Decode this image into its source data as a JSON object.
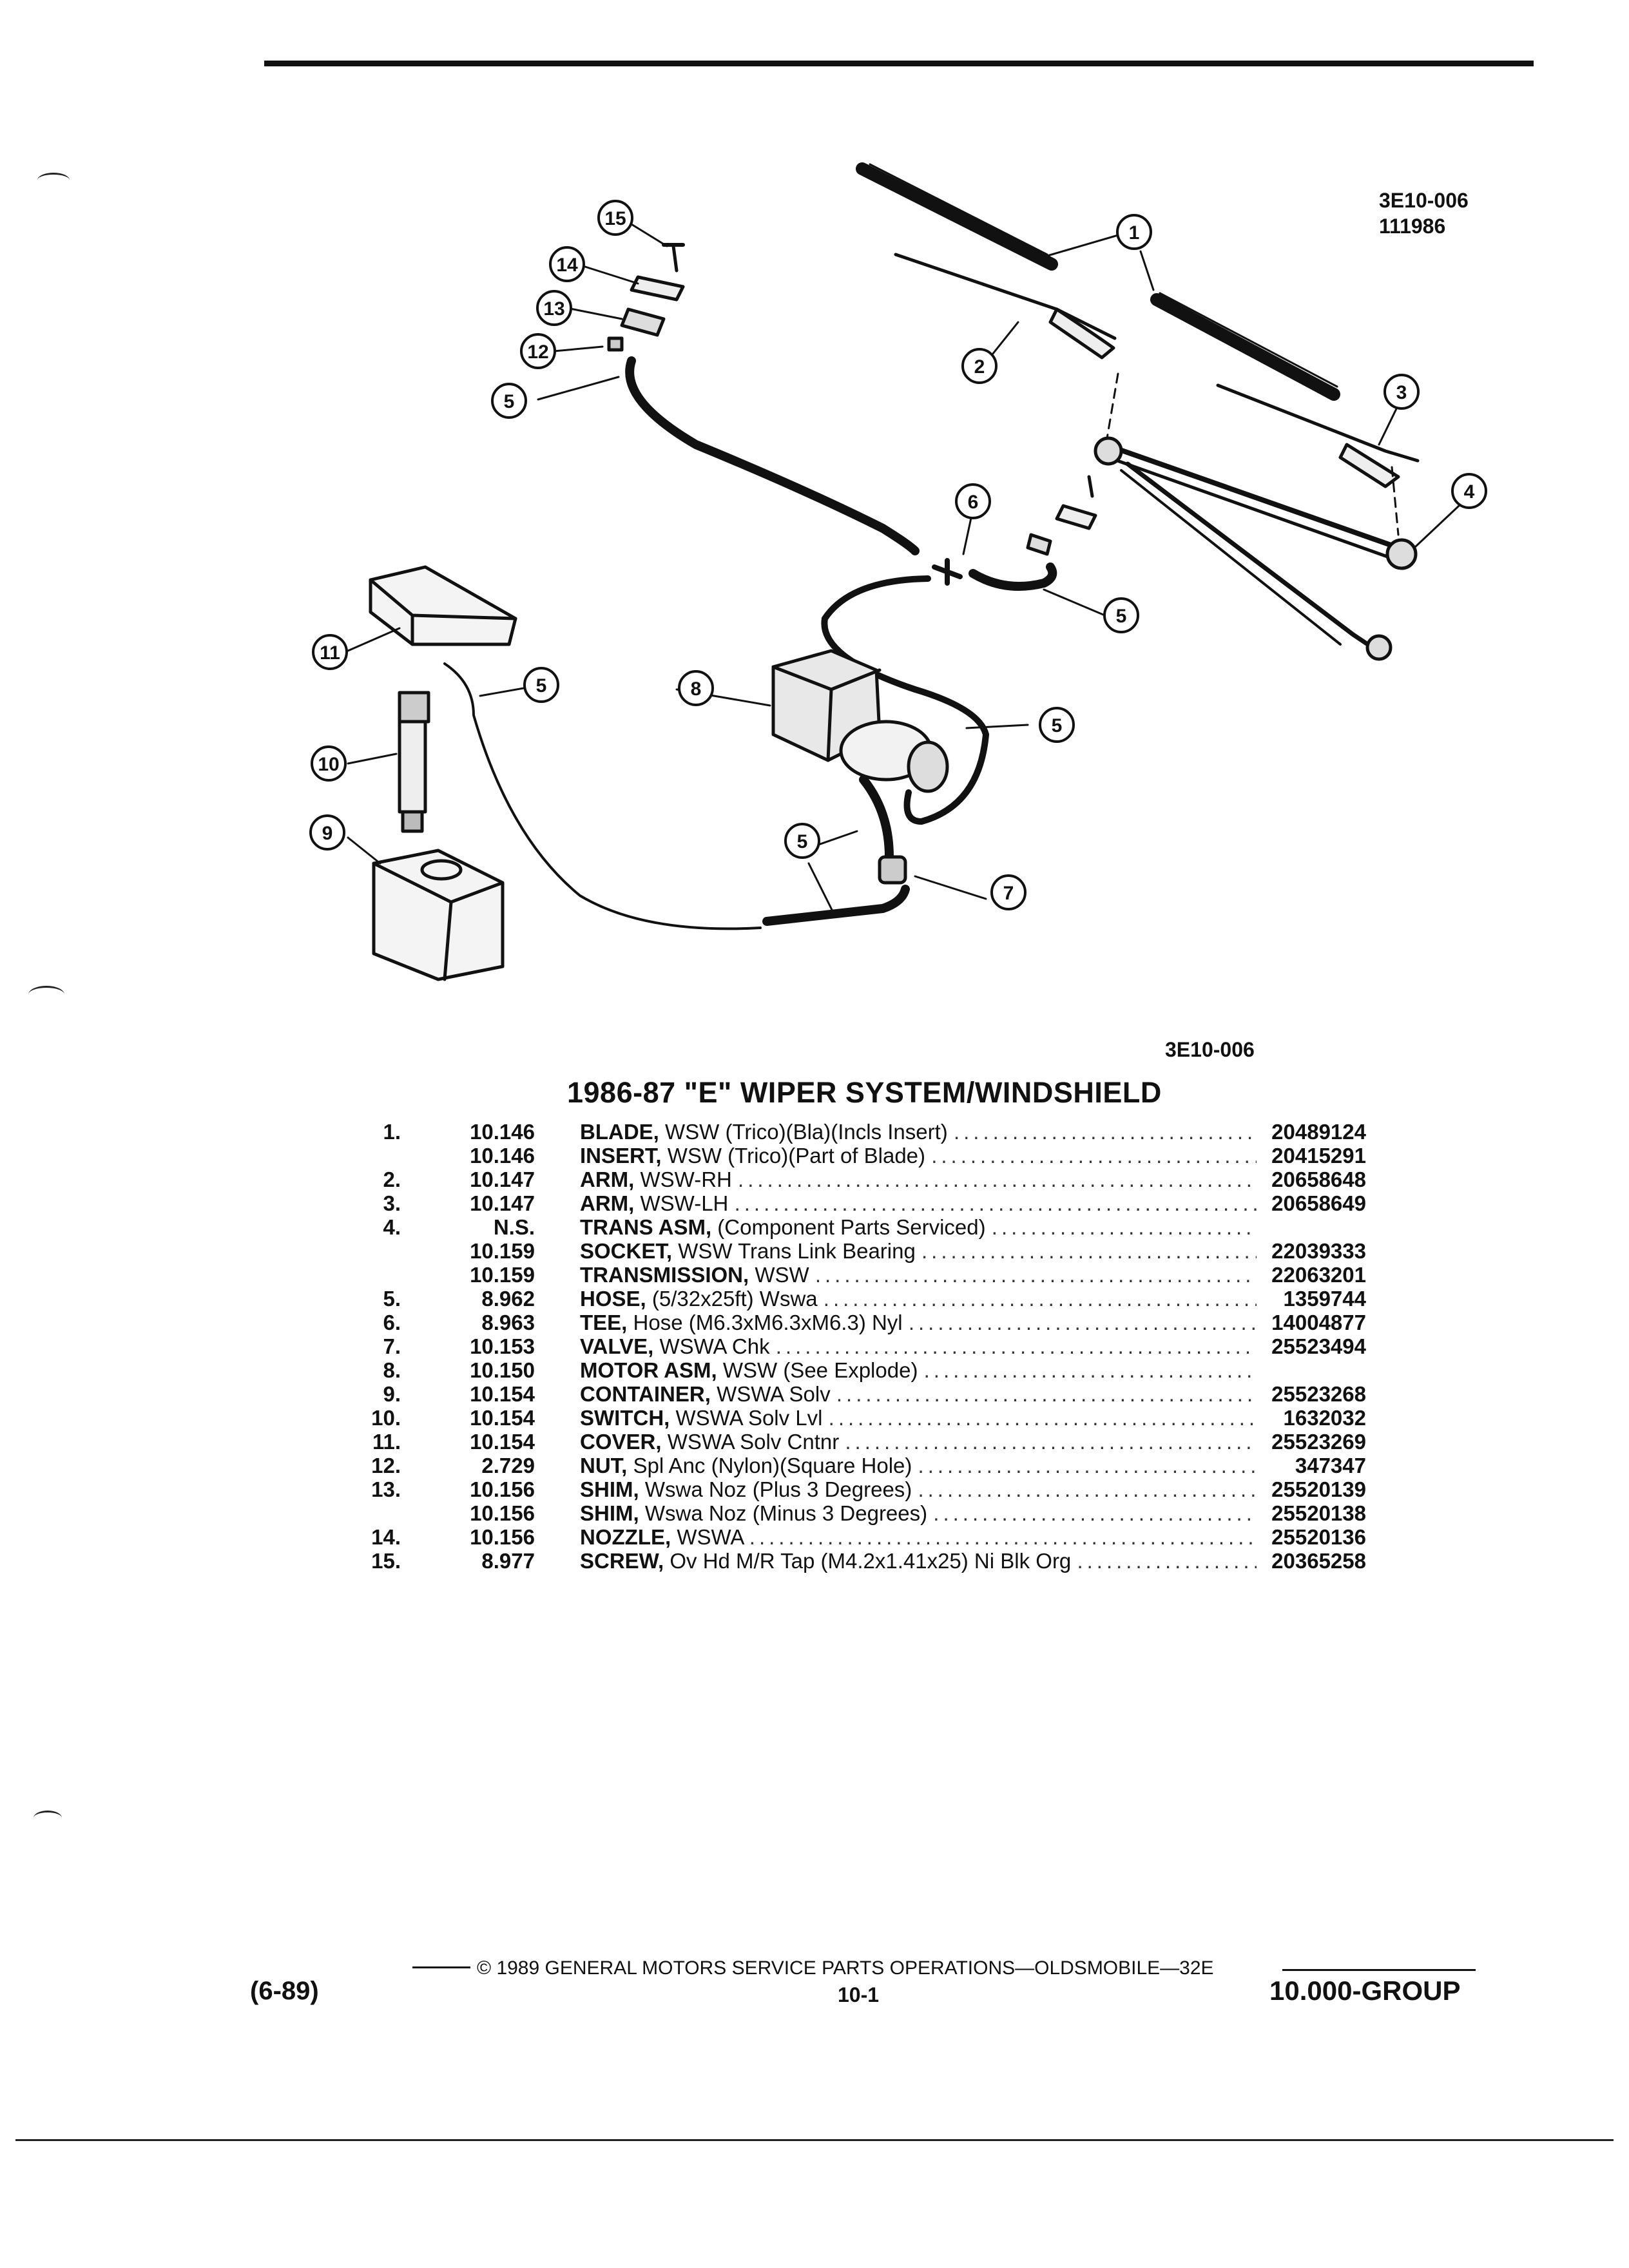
{
  "figure": {
    "code_top": "3E10-006",
    "date_code": "111986",
    "code_bottom": "3E10-006",
    "callouts": [
      "1",
      "2",
      "3",
      "4",
      "5",
      "6",
      "7",
      "8",
      "9",
      "10",
      "11",
      "12",
      "13",
      "14",
      "15"
    ]
  },
  "title": "1986-87 \"E\" WIPER SYSTEM/WINDSHIELD",
  "parts": [
    {
      "no": "1.",
      "group": "10.146",
      "name": "BLADE,",
      "desc": "WSW (Trico)(Bla)(Incls Insert)",
      "part": "20489124"
    },
    {
      "no": "",
      "group": "10.146",
      "name": "INSERT,",
      "desc": "WSW (Trico)(Part of Blade)",
      "part": "20415291"
    },
    {
      "no": "2.",
      "group": "10.147",
      "name": "ARM,",
      "desc": "WSW-RH",
      "part": "20658648"
    },
    {
      "no": "3.",
      "group": "10.147",
      "name": "ARM,",
      "desc": "WSW-LH",
      "part": "20658649"
    },
    {
      "no": "4.",
      "group": "N.S.",
      "name": "TRANS ASM,",
      "desc": "(Component Parts Serviced)",
      "part": ""
    },
    {
      "no": "",
      "group": "10.159",
      "name": "SOCKET,",
      "desc": "WSW Trans Link Bearing",
      "part": "22039333"
    },
    {
      "no": "",
      "group": "10.159",
      "name": "TRANSMISSION,",
      "desc": "WSW",
      "part": "22063201"
    },
    {
      "no": "5.",
      "group": "8.962",
      "name": "HOSE,",
      "desc": "(5/32x25ft) Wswa",
      "part": "1359744"
    },
    {
      "no": "6.",
      "group": "8.963",
      "name": "TEE,",
      "desc": "Hose (M6.3xM6.3xM6.3) Nyl",
      "part": "14004877"
    },
    {
      "no": "7.",
      "group": "10.153",
      "name": "VALVE,",
      "desc": "WSWA Chk",
      "part": "25523494"
    },
    {
      "no": "8.",
      "group": "10.150",
      "name": "MOTOR ASM,",
      "desc": "WSW (See Explode)",
      "part": ""
    },
    {
      "no": "9.",
      "group": "10.154",
      "name": "CONTAINER,",
      "desc": "WSWA Solv",
      "part": "25523268"
    },
    {
      "no": "10.",
      "group": "10.154",
      "name": "SWITCH,",
      "desc": "WSWA Solv Lvl",
      "part": "1632032"
    },
    {
      "no": "11.",
      "group": "10.154",
      "name": "COVER,",
      "desc": "WSWA Solv Cntnr",
      "part": "25523269"
    },
    {
      "no": "12.",
      "group": "2.729",
      "name": "NUT,",
      "desc": "Spl Anc (Nylon)(Square Hole)",
      "part": "347347"
    },
    {
      "no": "13.",
      "group": "10.156",
      "name": "SHIM,",
      "desc": "Wswa Noz (Plus 3 Degrees)",
      "part": "25520139"
    },
    {
      "no": "",
      "group": "10.156",
      "name": "SHIM,",
      "desc": "Wswa Noz (Minus 3 Degrees)",
      "part": "25520138"
    },
    {
      "no": "14.",
      "group": "10.156",
      "name": "NOZZLE,",
      "desc": "WSWA",
      "part": "25520136"
    },
    {
      "no": "15.",
      "group": "8.977",
      "name": "SCREW,",
      "desc": "Ov Hd M/R Tap (M4.2x1.41x25) Ni Blk Org",
      "part": "20365258"
    }
  ],
  "footer": {
    "copyright": "© 1989 GENERAL MOTORS SERVICE PARTS OPERATIONS—OLDSMOBILE—32E",
    "page": "10-1",
    "date": "(6-89)",
    "group": "10.000-GROUP"
  }
}
